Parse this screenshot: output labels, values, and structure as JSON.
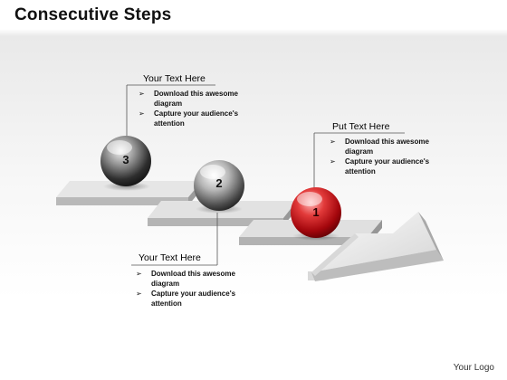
{
  "slide": {
    "title": "Consecutive Steps",
    "footer_logo": "Your Logo"
  },
  "steps": [
    {
      "number": "1",
      "color": "#c4141c"
    },
    {
      "number": "2",
      "color": "#777777"
    },
    {
      "number": "3",
      "color": "#666666"
    }
  ],
  "callouts": [
    {
      "title": "Your Text Here",
      "bullets": [
        "Download this awesome diagram",
        "Capture your audience's attention"
      ]
    },
    {
      "title": "Put Text Here",
      "bullets": [
        "Download this awesome diagram",
        "Capture your audience's attention"
      ]
    },
    {
      "title": "Your Text Here",
      "bullets": [
        "Download this awesome diagram",
        "Capture your audience's attention"
      ]
    }
  ],
  "bullet_marker": "➢"
}
